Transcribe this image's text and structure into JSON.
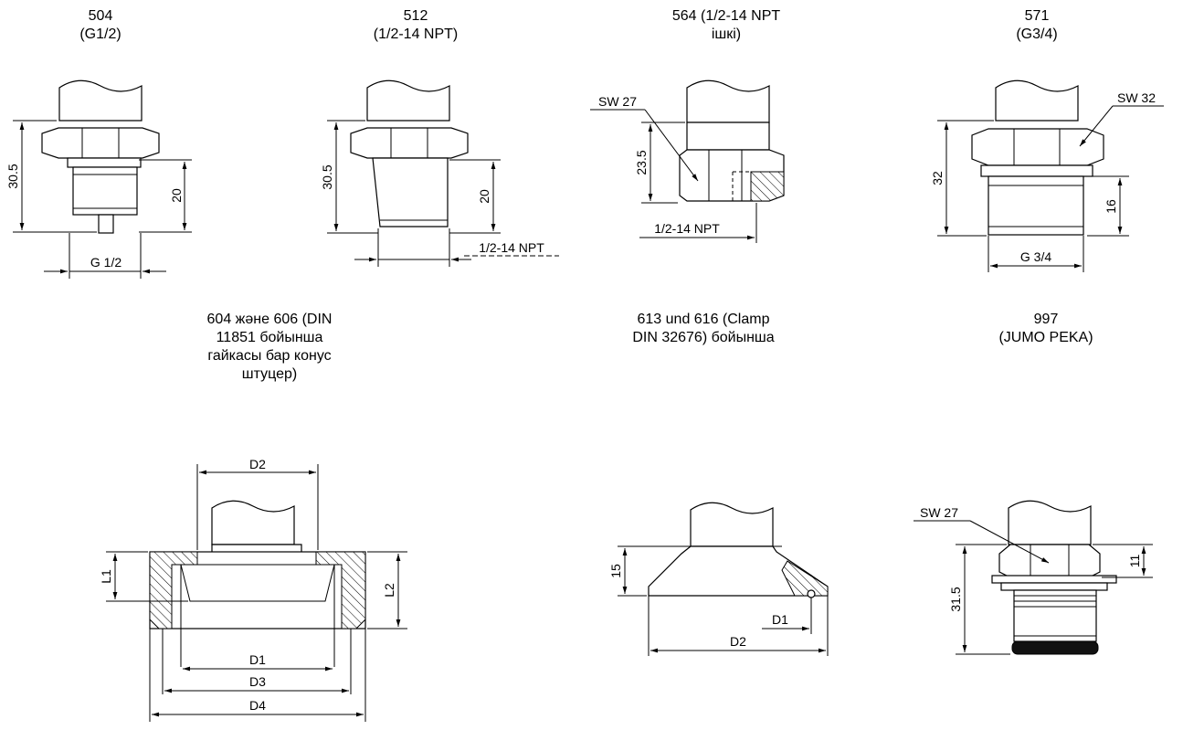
{
  "connections": [
    {
      "id": "504",
      "title_lines": [
        "504",
        "(G1/2)"
      ],
      "dims": [
        "30.5",
        "20",
        "G 1/2"
      ]
    },
    {
      "id": "512",
      "title_lines": [
        "512",
        "(1/2-14 NPT)"
      ],
      "dims": [
        "30.5",
        "20",
        "1/2-14 NPT"
      ]
    },
    {
      "id": "564",
      "title_lines": [
        "564 (1/2-14 NPT",
        "ішкі)"
      ],
      "dims": [
        "SW 27",
        "23.5",
        "1/2-14 NPT"
      ]
    },
    {
      "id": "571",
      "title_lines": [
        "571",
        "(G3/4)"
      ],
      "dims": [
        "SW 32",
        "32",
        "16",
        "G 3/4"
      ]
    },
    {
      "id": "604",
      "title_lines": [
        "604 және 606 (DIN",
        "11851 бойынша",
        "гайкасы бар конус",
        "штуцер)"
      ],
      "dims": [
        "D2",
        "L1",
        "L2",
        "D1",
        "D3",
        "D4"
      ]
    },
    {
      "id": "613",
      "title_lines": [
        "613 und 616 (Clamp",
        "DIN 32676) бойынша"
      ],
      "dims": [
        "15",
        "D1",
        "D2"
      ]
    },
    {
      "id": "997",
      "title_lines": [
        "997",
        "(JUMO PEKA)"
      ],
      "dims": [
        "SW 27",
        "11",
        "31.5"
      ]
    }
  ]
}
